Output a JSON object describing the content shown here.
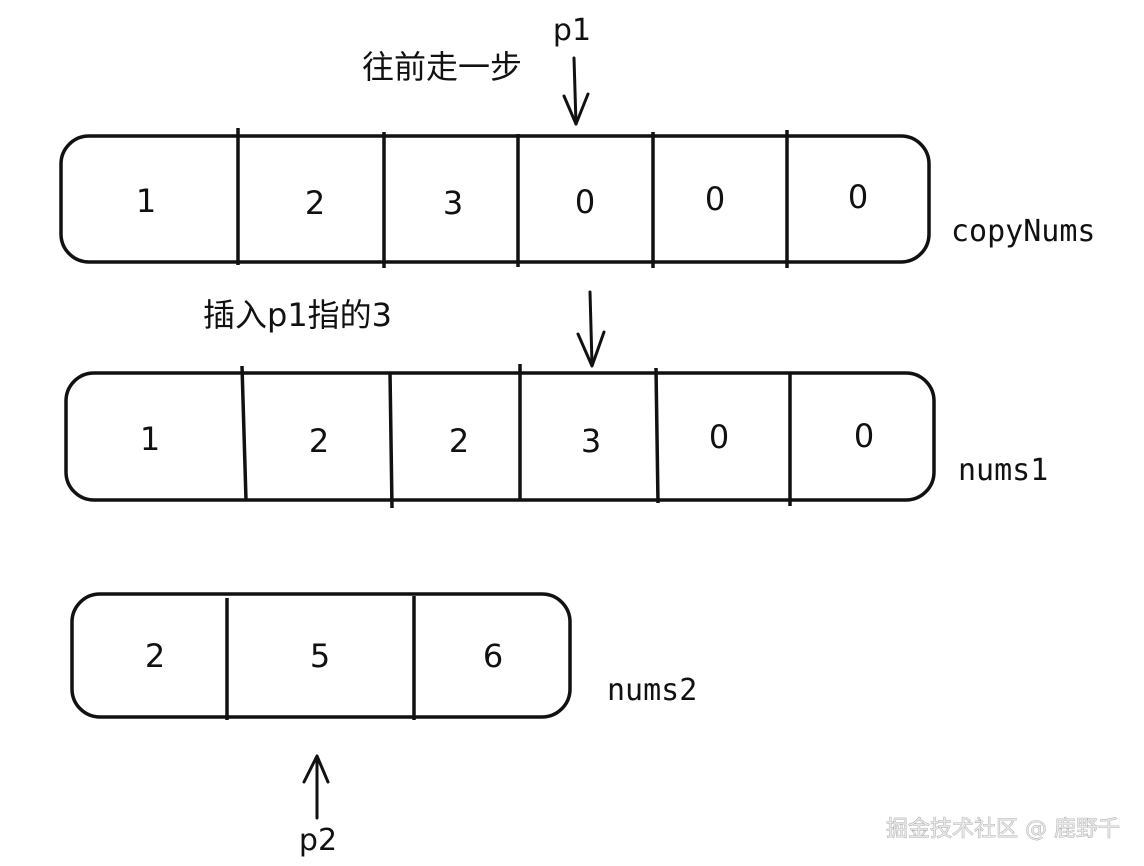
{
  "arrays": [
    {
      "id": "copyNums",
      "label": "copyNums",
      "cells": [
        "1",
        "2",
        "3",
        "0",
        "0",
        "0"
      ]
    },
    {
      "id": "nums1",
      "label": "nums1",
      "cells": [
        "1",
        "2",
        "2",
        "3",
        "0",
        "0"
      ]
    },
    {
      "id": "nums2",
      "label": "nums2",
      "cells": [
        "2",
        "5",
        "6"
      ]
    }
  ],
  "pointers": {
    "p1": {
      "label": "p1",
      "array": "copyNums",
      "index": 3
    },
    "p2": {
      "label": "p2",
      "array": "nums2",
      "index": 1
    },
    "insert": {
      "array": "nums1",
      "index": 3
    }
  },
  "notes": {
    "step_forward": "往前走一步",
    "insert_p1": "插入p1指的3"
  },
  "watermark": "掘金技术社区 @ 鹿野千"
}
